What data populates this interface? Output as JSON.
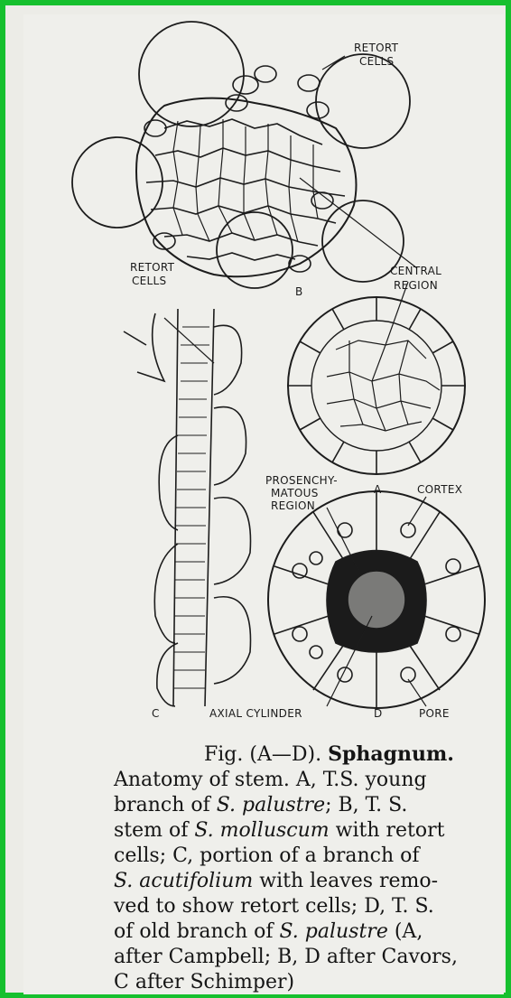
{
  "figure": {
    "labels": {
      "retort_top_1": "RETORT",
      "retort_top_2": "CELLS",
      "b": "B",
      "retort_left_1": "RETORT",
      "retort_left_2": "CELLS",
      "central_1": "CENTRAL",
      "central_2": "REGION",
      "a": "A",
      "prosench_1": "PROSENCHY-",
      "prosench_2": "MATOUS",
      "prosench_3": "REGION",
      "cortex": "CORTEX",
      "c": "C",
      "axial": "AXIAL CYLINDER",
      "d": "D",
      "pore": "PORE"
    }
  },
  "caption": {
    "l1a": "Fig. (A—D). ",
    "l1b": "Sphagnum.",
    "l2": "Anatomy of stem. A, T.S. young",
    "l3a": "branch of ",
    "l3b": "S. palustre",
    "l3c": "; B, T. S.",
    "l4a": "stem of ",
    "l4b": "S. molluscum",
    "l4c": " with retort",
    "l5": "cells; C, portion of a branch of",
    "l6a": "S. acutifolium",
    "l6b": " with leaves remo-",
    "l7": "ved to show retort cells; D, T. S.",
    "l8a": "of old branch of ",
    "l8b": "S. palustre",
    "l8c": " (A,",
    "l9": "after Campbell; B, D after Cavors,",
    "l10": "C after Schimper)"
  }
}
